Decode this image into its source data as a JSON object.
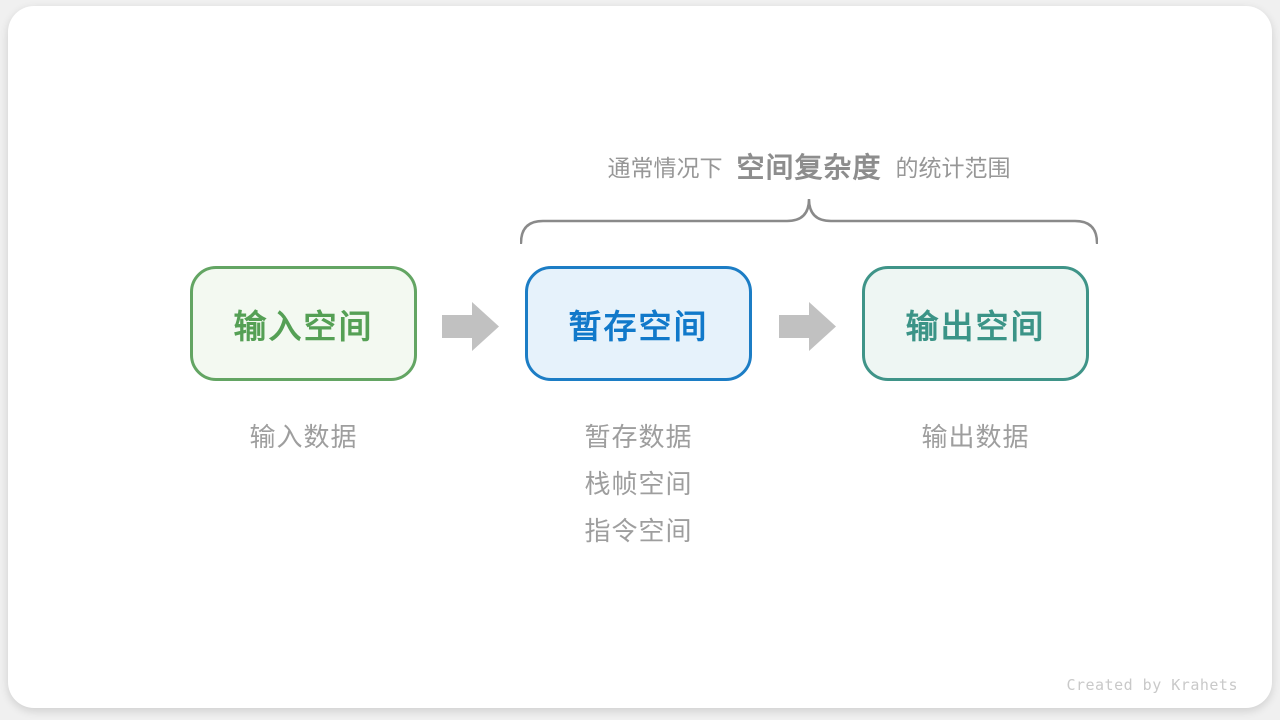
{
  "annotation": {
    "prefix": "通常情况下",
    "highlight": "空间复杂度",
    "suffix": "的统计范围"
  },
  "boxes": [
    {
      "label": "输入空间",
      "border_color": "#63a563",
      "fill_color": "#f3f9f1",
      "text_color": "#55a055",
      "sublabels": [
        "输入数据"
      ]
    },
    {
      "label": "暂存空间",
      "border_color": "#1c7dc5",
      "fill_color": "#e6f2fb",
      "text_color": "#1179ca",
      "sublabels": [
        "暂存数据",
        "栈帧空间",
        "指令空间"
      ]
    },
    {
      "label": "输出空间",
      "border_color": "#3f9488",
      "fill_color": "#eef6f3",
      "text_color": "#3b9487",
      "sublabels": [
        "输出数据"
      ]
    }
  ],
  "icons": {
    "arrow": "right-block-arrow",
    "brace": "downward-curly-brace"
  },
  "colors": {
    "arrow": "#c1c1c1",
    "brace": "#8a8a8a",
    "annotation_text": "#979797",
    "annotation_highlight": "#8d8d8d",
    "sublabel_text": "#9e9e9e",
    "card_background": "#ffffff"
  },
  "watermark": "Created by Krahets"
}
